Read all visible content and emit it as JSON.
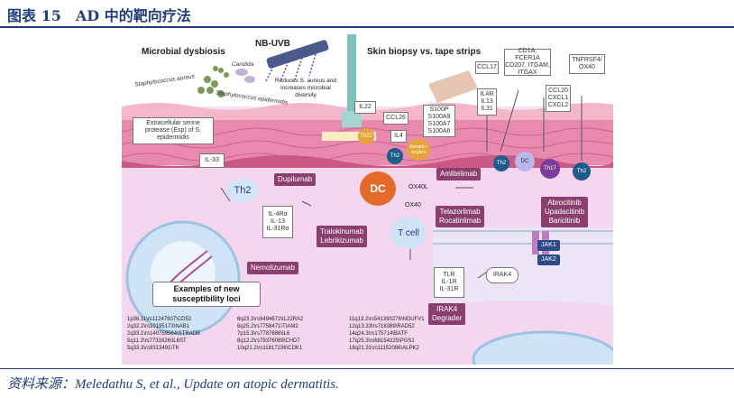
{
  "header": {
    "title": "图表 15　AD 中的靶向疗法"
  },
  "footer": {
    "source": "资料来源：Meledathu S, et al., Update on atopic dermatitis."
  },
  "diagram": {
    "labels": {
      "microbial_dysbiosis": "Microbial dysbiosis",
      "nb_uvb": "NB-UVB",
      "skin_biopsy": "Skin biopsy vs. tape strips",
      "staph_aureus": "Staphylococcus aureus",
      "candida": "Candida",
      "staph_epidermidis": "Staphylococcus epidermidis",
      "uvb_effect": "Reduces S. aureus and increases microbial diversity",
      "protease": "Extracellular serine protease (Esp) of S. epidermidis",
      "il33": "IL-33",
      "th2_big": "Th2",
      "il22": "IL22",
      "th22": "Th22",
      "ccl26": "CCL26",
      "il4": "IL4",
      "th2_small": "Th2",
      "keratinocytes": "Keratin-ocytes",
      "s100": [
        "S100P",
        "S100A9",
        "S100A7",
        "S100A6"
      ],
      "ccl17": "CCL17",
      "il4r_list": [
        "IL4R",
        "IL13",
        "IL31"
      ],
      "dc_markers": [
        "CD1A, FCER1A",
        "CD207, ITGAM,",
        "ITGAX"
      ],
      "ccl20_list": [
        "CCL20",
        "CXCL1",
        "CXCL2"
      ],
      "tnfrsf4": [
        "TNFRSF4/",
        "OX40"
      ],
      "th2_cell_a": "Th2",
      "dc_cell_small": "DC",
      "th17_cell": "Th17",
      "th2_cell_b": "Th2",
      "receptors": [
        "IL-4Rα",
        "IL-13",
        "IL-31Rα"
      ],
      "dc_big": "DC",
      "ox40l": "OX40L",
      "ox40": "OX40",
      "tcell": "T cell",
      "tlr": [
        "TLR",
        "IL-1R",
        "IL-31R"
      ],
      "irak4": "IRAK4",
      "jak1": "JAK1",
      "jak2": "JAK2",
      "loci_title": [
        "Examples of new",
        "susceptibility loci"
      ]
    },
    "drugs": {
      "dupilumab": "Dupilumab",
      "tralokinumab": [
        "Tralokinumab",
        "Lebrikizumab"
      ],
      "nemolizumab": "Nemolizumab",
      "amlitelimab": "Amlitelimab",
      "telazorlimab": [
        "Telazorlimab",
        "Rocatinlimab"
      ],
      "jak_inhibitors": [
        "Abrocitinib",
        "Upadacitinib",
        "Baricitinib"
      ],
      "irak4_degrader": [
        "IRAK4",
        "Degrader"
      ]
    },
    "loci": [
      [
        "1p36.11\\rs11247907\\CD52",
        "2q32.2\\rs10195173\\NAB1",
        "2q33.1\\rs140759564\\STRADB",
        "5q11.2\\rs7731626\\IL6ST",
        "5q33.3\\rs9313491\\TK"
      ],
      [
        "6q23.3\\rs9494672\\IL22RA2",
        "6q25.2\\rs7758471\\TIAM2",
        "7p15.3\\rs7787686\\IL6",
        "8q12.2\\rs79376089\\CHD7",
        "10q21.2\\rs11817236\\CDK1"
      ],
      [
        "11q13.2\\rs541390276\\NDUFV1",
        "12q13.33\\rs718389\\RAD52",
        "14q24.3\\rs175714\\BATF",
        "17q25.3\\rs68154225\\PGS1",
        "18q21.31\\rs11152086\\ALPK2"
      ]
    ],
    "colors": {
      "drug": "#8a3f6e",
      "skin": "#e88aae",
      "panel": "#f2dff0",
      "cell_dc": "#e46a2a",
      "cell_th2": "#1f5e8c",
      "cell_th17": "#7a3d9a"
    }
  }
}
